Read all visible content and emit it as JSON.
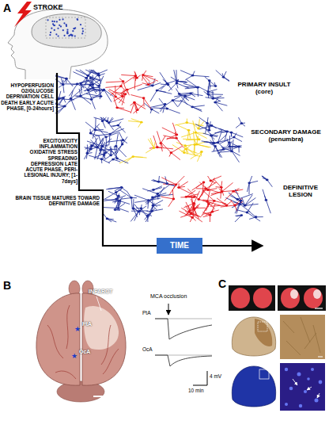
{
  "diagram": {
    "nodes": [
      {
        "text": [
          "PRIMARY INSULT (core)"
        ]
      },
      {
        "text": [
          "SECONDARY DAMAGE (penumbra)"
        ]
      },
      {
        "text": [
          "DEFINITIVE LESION"
        ]
      },
      {
        "text": [
          "TIME"
        ]
      }
    ],
    "labels": [
      "A",
      "STROKE",
      "HYPOPERFUSION O2/GLUCOSE DEPRIVATION CELL DEATH EARLY ACUTE PHASE, [0-24hours]",
      "EXCITOXICITY INFLAMMATION OXIDATIVE STRESS SPREADING DEPRESSION LATE ACUTE PHASE, PERI-LESIONAL INJURY; [1-7days]",
      "BRAIN TISSUE MATURES TOWARD DEFINITIVE DAMAGE",
      "B",
      "INFARCT",
      "PtA",
      "OcA",
      "MCA occlusion",
      "PtA",
      "OcA",
      "4 mV",
      "10 min",
      "C"
    ]
  }
}
